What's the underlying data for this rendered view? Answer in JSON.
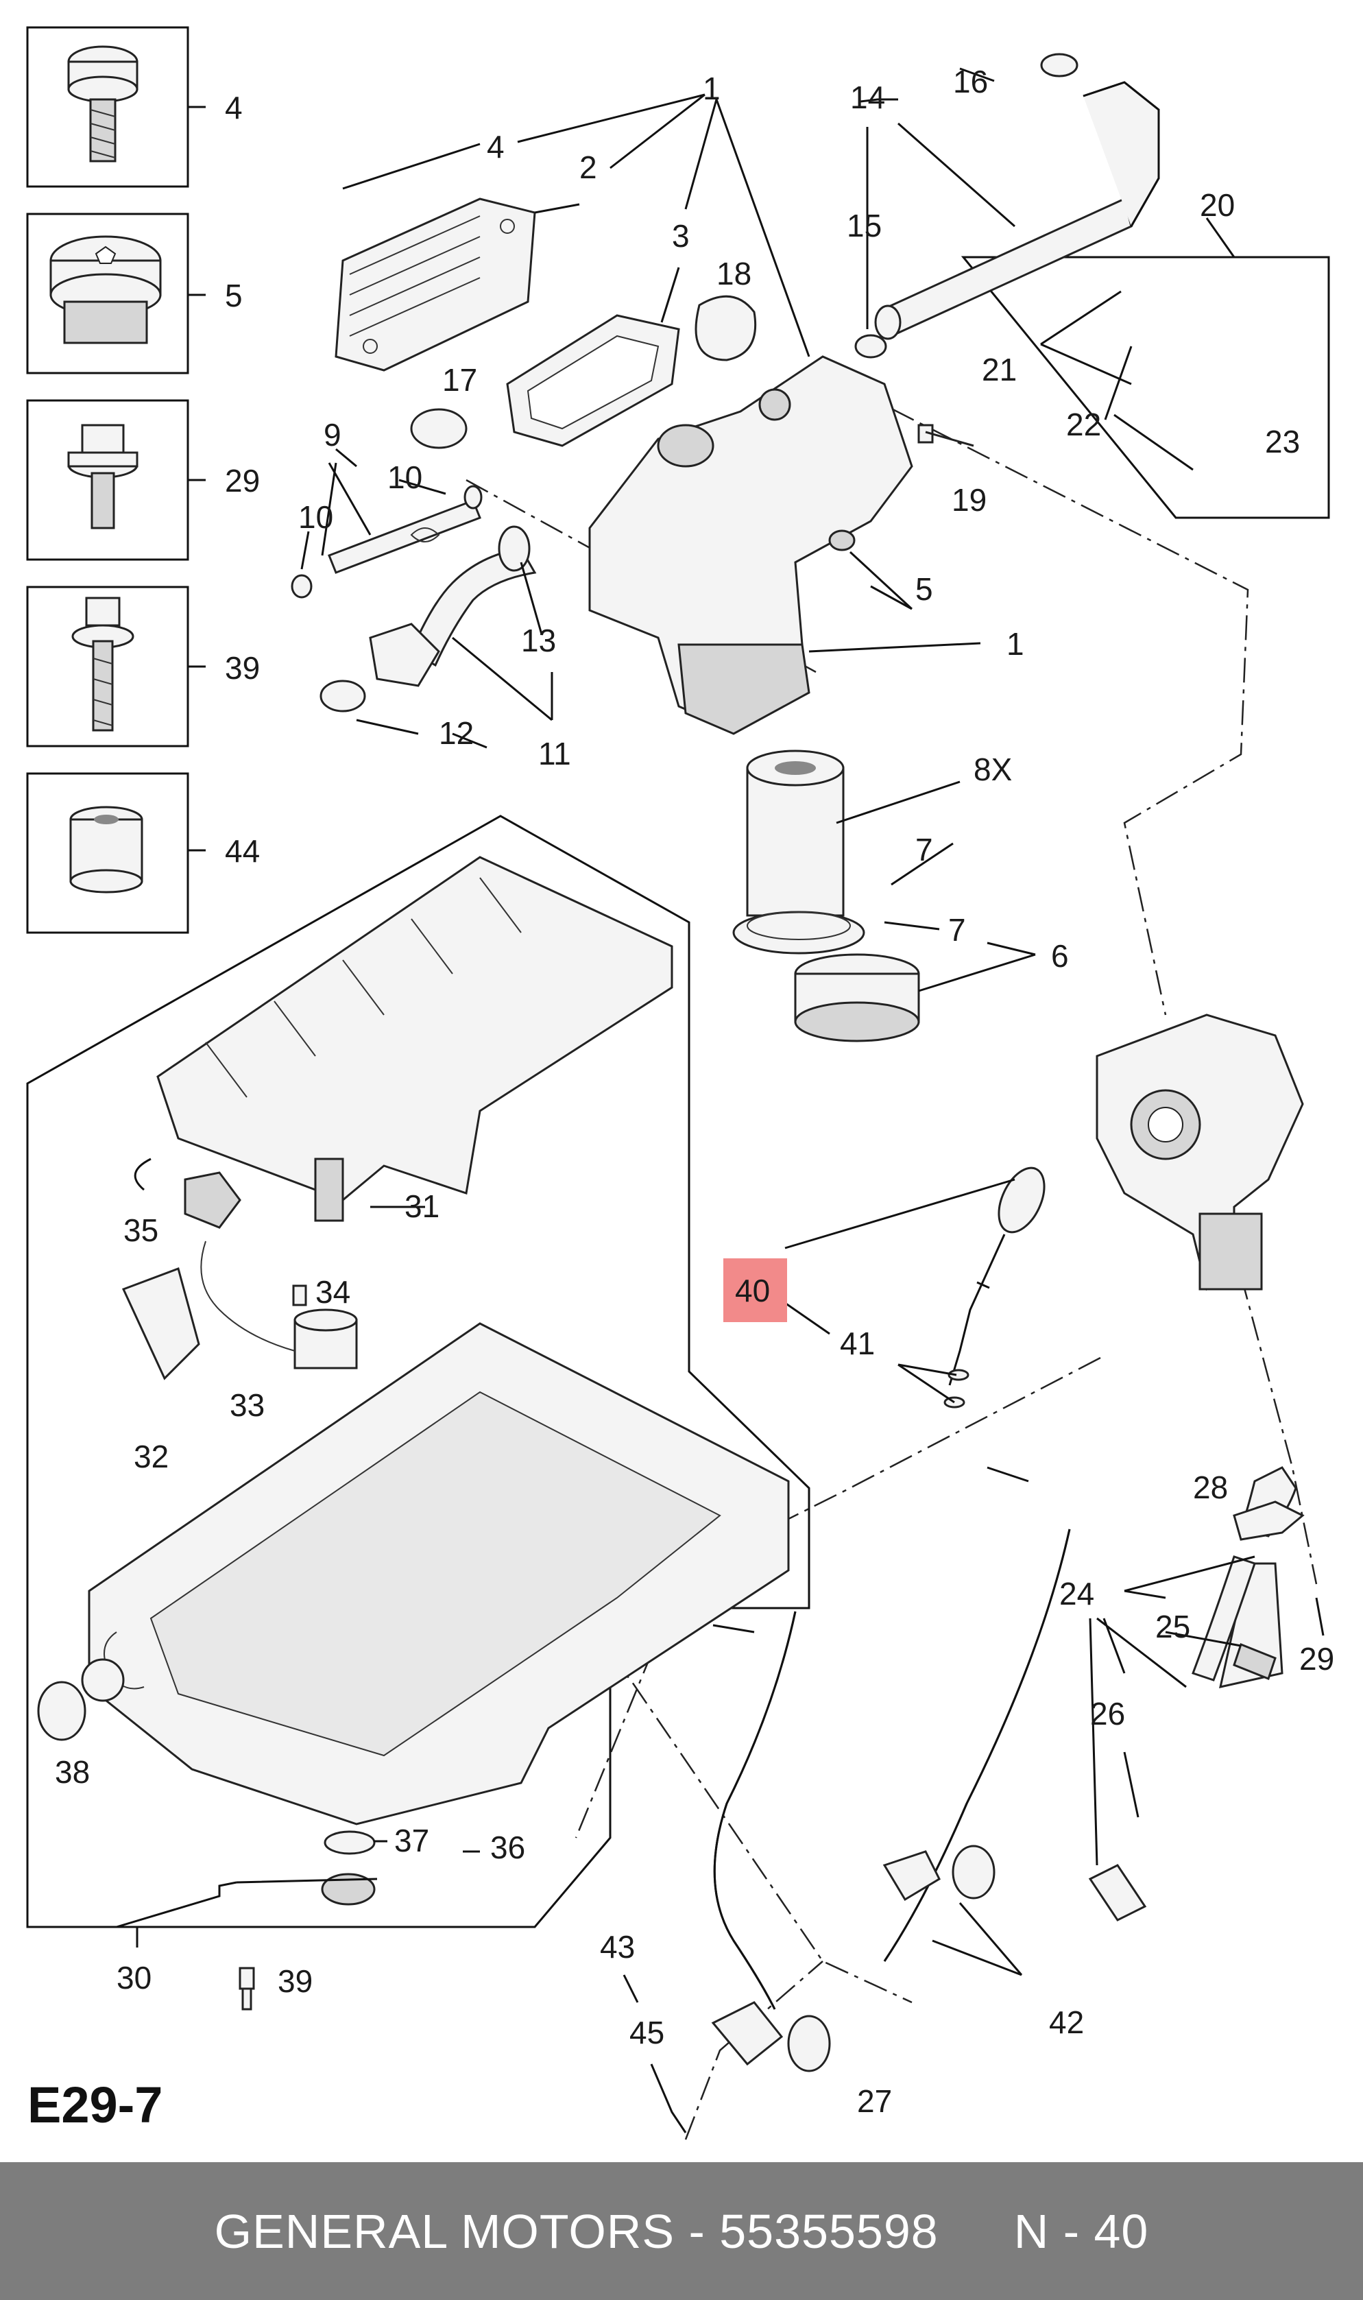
{
  "diagram_code": "E29-7",
  "highlight_color": "#f28a8a",
  "footer": {
    "brand": "GENERAL MOTORS",
    "separator": " - ",
    "part_number": "55355598",
    "position": "N - 40",
    "background": "#7d7d7d"
  },
  "legend_boxes": [
    {
      "label": "4",
      "icon": "torx-screw-icon"
    },
    {
      "label": "5",
      "icon": "threaded-plug-icon"
    },
    {
      "label": "29",
      "icon": "hex-flange-bolt-icon"
    },
    {
      "label": "39",
      "icon": "long-hex-bolt-icon"
    },
    {
      "label": "44",
      "icon": "sleeve-icon"
    }
  ],
  "callouts": {
    "c1a": "1",
    "c1b": "1",
    "c2": "2",
    "c3": "3",
    "c4": "4",
    "c5": "5",
    "c6": "6",
    "c7a": "7",
    "c7b": "7",
    "c8": "8X",
    "c9": "9",
    "c10a": "10",
    "c10b": "10",
    "c11": "11",
    "c12": "12",
    "c13": "13",
    "c14": "14",
    "c15": "15",
    "c16": "16",
    "c17": "17",
    "c18": "18",
    "c19": "19",
    "c20": "20",
    "c21": "21",
    "c22": "22",
    "c23": "23",
    "c24": "24",
    "c25": "25",
    "c26": "26",
    "c27": "27",
    "c28": "28",
    "c29": "29",
    "c30": "30",
    "c31": "31",
    "c32": "32",
    "c33": "33",
    "c34": "34",
    "c35": "35",
    "c36": "36",
    "c37": "37",
    "c38": "38",
    "c39": "39",
    "c40": "40",
    "c41": "41",
    "c42": "42",
    "c43": "43",
    "c45": "45"
  }
}
